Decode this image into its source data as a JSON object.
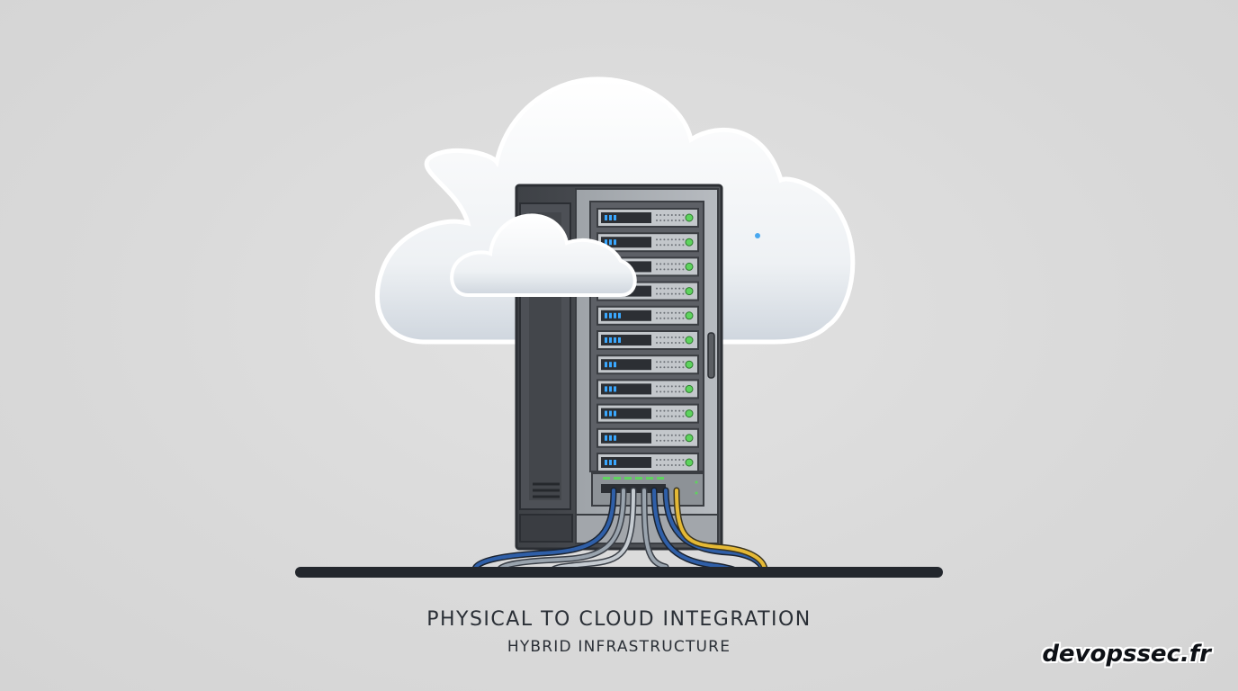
{
  "caption": {
    "title": "PHYSICAL TO CLOUD INTEGRATION",
    "subtitle": "HYBRID INFRASTRUCTURE"
  },
  "watermark": "devopssec.fr",
  "illustration": {
    "server_units": 11,
    "cable_colors": [
      "#2f5fa8",
      "#9aa4ae",
      "#e5b935"
    ],
    "led_colors": {
      "status": "#5ed35e",
      "activity": "#3aa8ff"
    },
    "cloud_color": "#f4f6f8",
    "rack_color": "#4a4d52",
    "floor_color": "#23272d"
  }
}
